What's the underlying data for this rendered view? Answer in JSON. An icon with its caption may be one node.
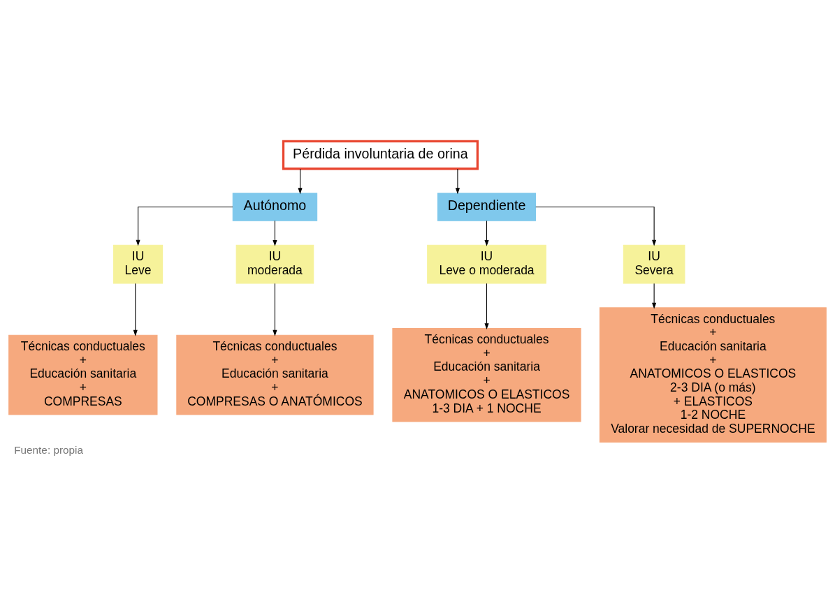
{
  "diagram": {
    "caption": "Fuente: propia",
    "nodes": [
      {
        "text": [
          "Pérdida involuntaria de orina"
        ]
      },
      {
        "text": [
          "Autónomo"
        ]
      },
      {
        "text": [
          "Dependiente"
        ]
      },
      {
        "text": [
          "IU",
          "Leve"
        ]
      },
      {
        "text": [
          "IU",
          "moderada"
        ]
      },
      {
        "text": [
          "IU",
          "Leve o moderada"
        ]
      },
      {
        "text": [
          "IU",
          "Severa"
        ]
      },
      {
        "text": [
          "Técnicas conductuales",
          "+",
          "Educación sanitaria",
          "+",
          "COMPRESAS"
        ]
      },
      {
        "text": [
          "Técnicas conductuales",
          "+",
          "Educación sanitaria",
          "+",
          "COMPRESAS O ANATÓMICOS"
        ]
      },
      {
        "text": [
          "Técnicas conductuales",
          "+",
          "Educación sanitaria",
          "+",
          "ANATOMICOS O ELASTICOS",
          "1-3 DIA + 1 NOCHE"
        ]
      },
      {
        "text": [
          "Técnicas conductuales",
          "+",
          "Educación sanitaria",
          "+",
          "ANATOMICOS O ELASTICOS",
          "2-3 DIA (o más)",
          "+ ELASTICOS",
          "1-2 NOCHE",
          "Valorar necesidad de SUPERNOCHE"
        ]
      }
    ],
    "edges": [
      {
        "from": 0,
        "to": 1,
        "arrow": "to"
      },
      {
        "from": 0,
        "to": 2,
        "arrow": "to"
      },
      {
        "from": 1,
        "to": 3,
        "arrow": "to"
      },
      {
        "from": 1,
        "to": 4,
        "arrow": "to"
      },
      {
        "from": 2,
        "to": 5,
        "arrow": "to"
      },
      {
        "from": 2,
        "to": 6,
        "arrow": "to"
      },
      {
        "from": 3,
        "to": 7,
        "arrow": "to"
      },
      {
        "from": 4,
        "to": 8,
        "arrow": "to"
      },
      {
        "from": 5,
        "to": 9,
        "arrow": "to"
      },
      {
        "from": 6,
        "to": 10,
        "arrow": "to"
      }
    ]
  }
}
